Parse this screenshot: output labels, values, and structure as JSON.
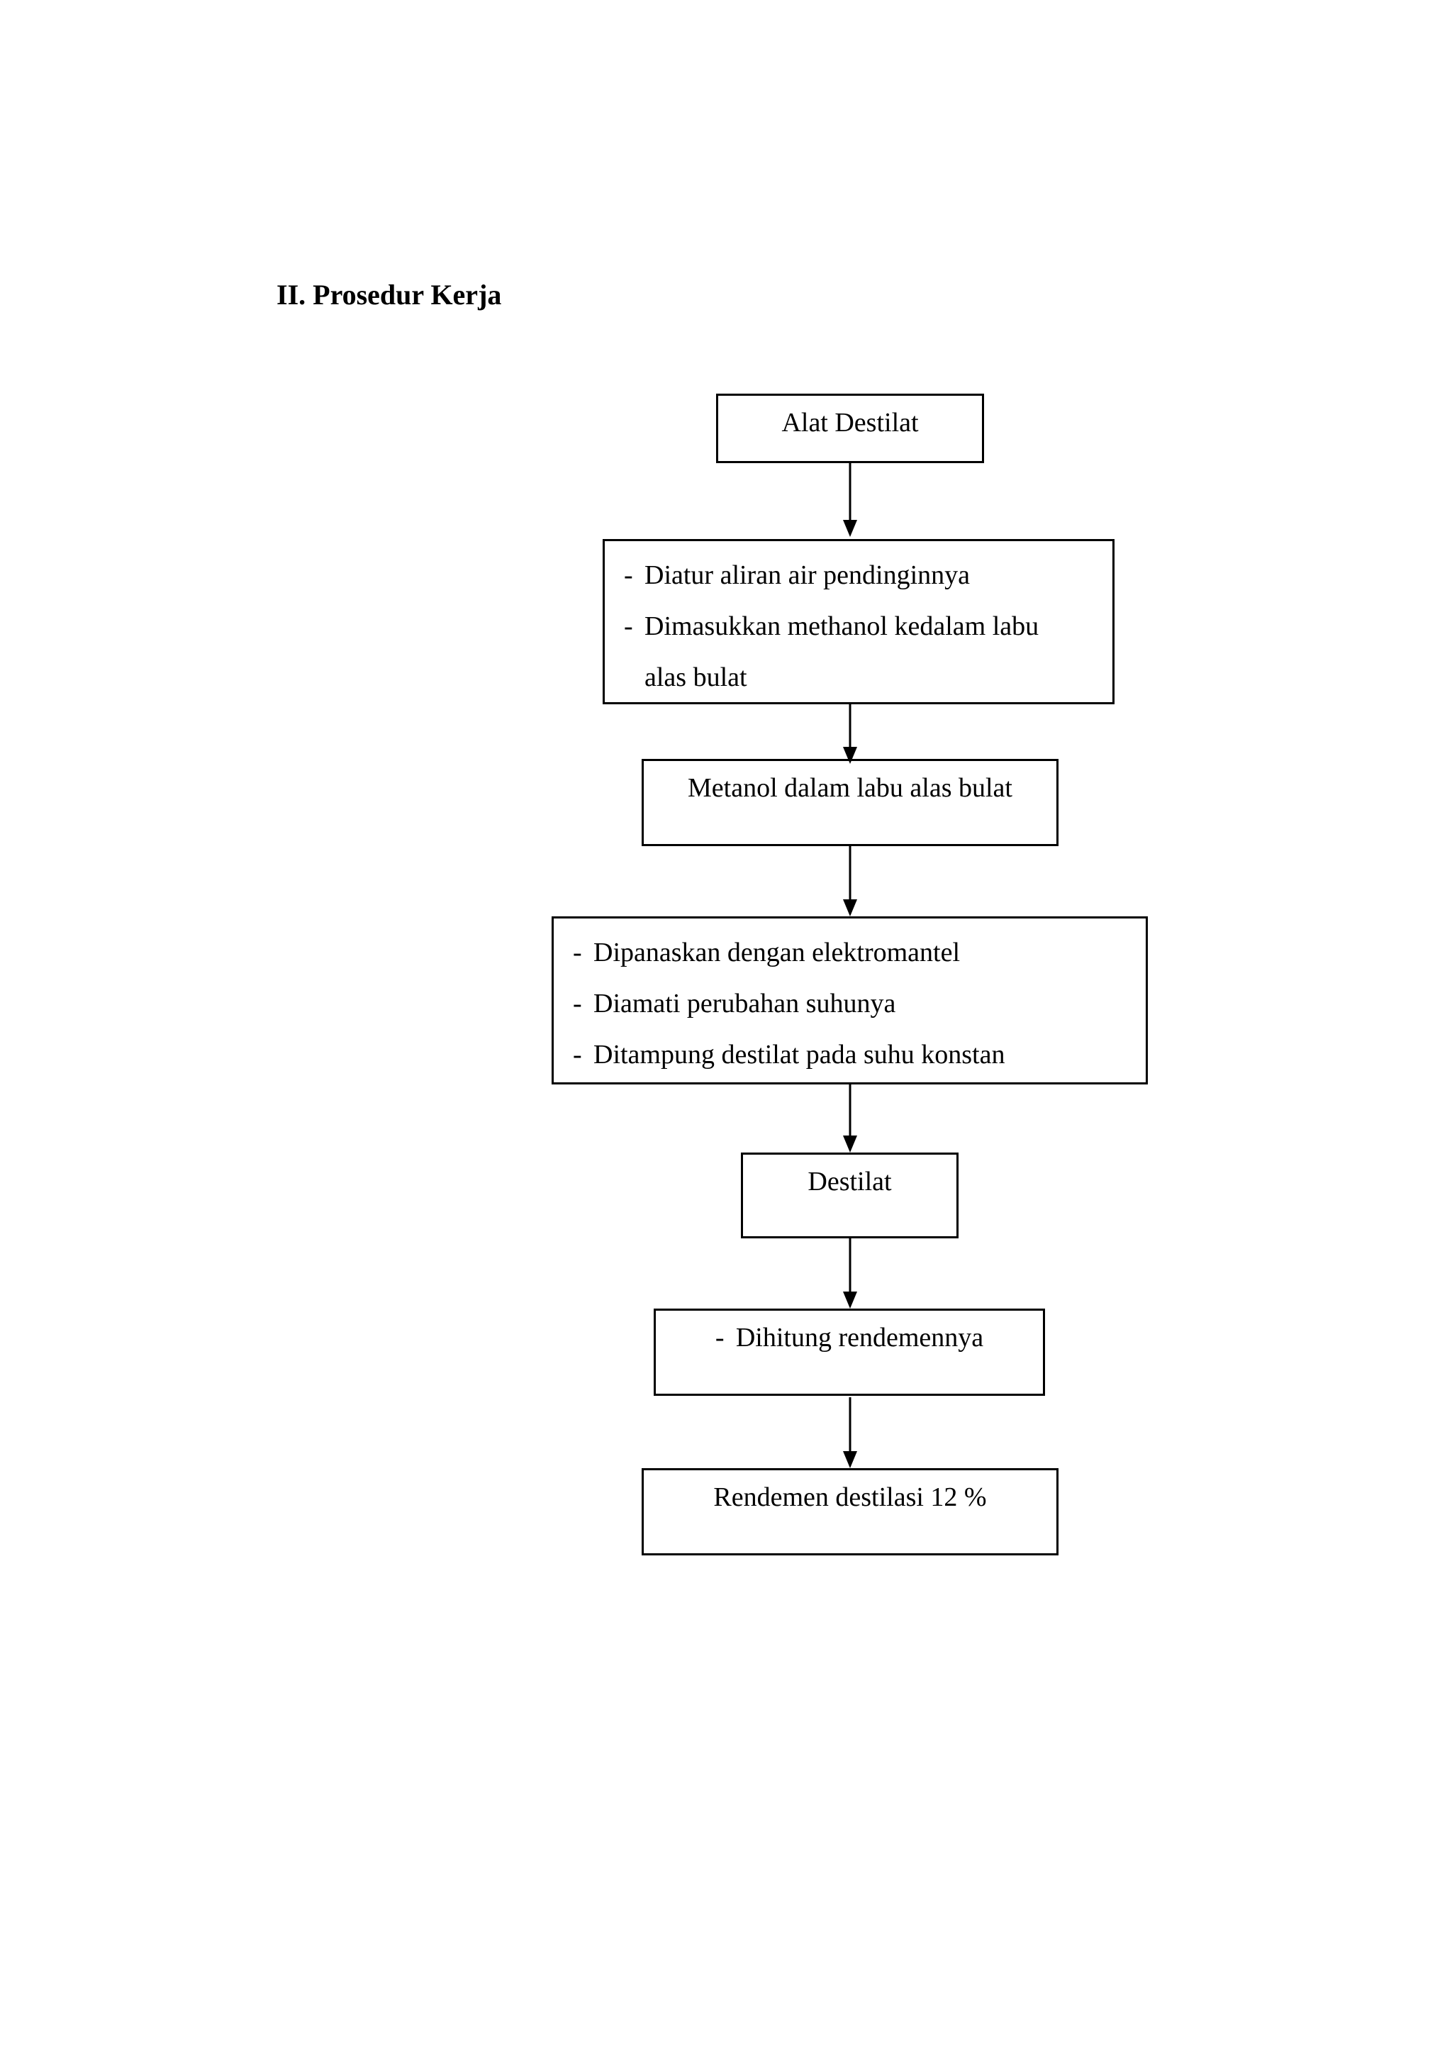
{
  "section": {
    "title": "II. Prosedur Kerja"
  },
  "flowchart": {
    "nodes": [
      {
        "id": "alat-destilat",
        "kind": "material",
        "label": "Alat Destilat"
      },
      {
        "id": "step-1",
        "kind": "steps",
        "items": [
          "Diatur aliran air pendinginnya",
          "Dimasukkan methanol kedalam labu alas bulat"
        ]
      },
      {
        "id": "metanol",
        "kind": "material",
        "label": "Metanol dalam labu alas bulat"
      },
      {
        "id": "step-2",
        "kind": "steps",
        "items": [
          "Dipanaskan dengan elektromantel",
          "Diamati perubahan suhunya",
          "Ditampung destilat pada suhu konstan"
        ]
      },
      {
        "id": "destilat",
        "kind": "material",
        "label": "Destilat"
      },
      {
        "id": "step-3",
        "kind": "steps",
        "items": [
          "Dihitung rendemennya"
        ]
      },
      {
        "id": "rendemen",
        "kind": "result",
        "label": "Rendemen destilasi 12 %"
      }
    ],
    "edges": [
      {
        "from": "alat-destilat",
        "to": "step-1"
      },
      {
        "from": "step-1",
        "to": "metanol"
      },
      {
        "from": "metanol",
        "to": "step-2"
      },
      {
        "from": "step-2",
        "to": "destilat"
      },
      {
        "from": "destilat",
        "to": "step-3"
      },
      {
        "from": "step-3",
        "to": "rendemen"
      }
    ]
  }
}
